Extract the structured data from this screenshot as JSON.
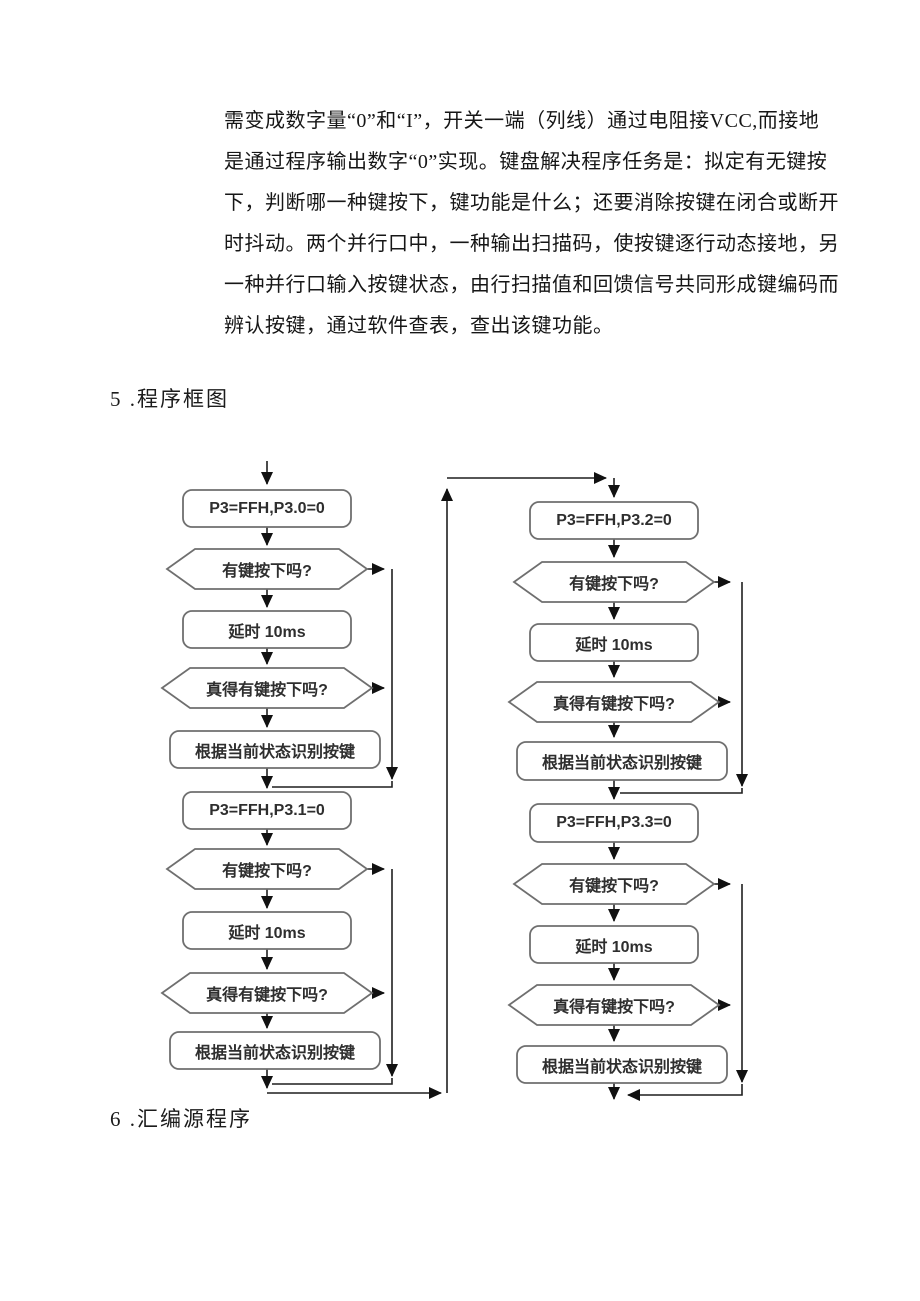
{
  "document": {
    "paragraph_lines": [
      "需变成数字量“0”和“I”，开关一端（列线）通过电阻接VCC,而接地",
      "是通过程序输出数字“0”实现。键盘解决程序任务是：拟定有无键按",
      "下，判断哪一种键按下，键功能是什么；还要消除按键在闭合或断开",
      "时抖动。两个并行口中，一种输出扫描码，使按键逐行动态接地，另",
      "一种并行口输入按键状态，由行扫描值和回馈信号共同形成键编码而",
      "辨认按键，通过软件查表，查出该键功能。"
    ],
    "section5_heading": "5 .程序框图",
    "section6_heading": "6 .汇编源程序"
  },
  "flowchart": {
    "left_column": {
      "nodes": [
        {
          "type": "process",
          "label": "P3=FFH,P3.0=0"
        },
        {
          "type": "decision",
          "label": "有键按下吗?"
        },
        {
          "type": "process",
          "label": "延时 10ms"
        },
        {
          "type": "decision",
          "label": "真得有键按下吗?"
        },
        {
          "type": "process",
          "label": "根据当前状态识别按键"
        },
        {
          "type": "process",
          "label": "P3=FFH,P3.1=0"
        },
        {
          "type": "decision",
          "label": "有键按下吗?"
        },
        {
          "type": "process",
          "label": "延时 10ms"
        },
        {
          "type": "decision",
          "label": "真得有键按下吗?"
        },
        {
          "type": "process",
          "label": "根据当前状态识别按键"
        }
      ]
    },
    "right_column": {
      "nodes": [
        {
          "type": "process",
          "label": "P3=FFH,P3.2=0"
        },
        {
          "type": "decision",
          "label": "有键按下吗?"
        },
        {
          "type": "process",
          "label": "延时 10ms"
        },
        {
          "type": "decision",
          "label": "真得有键按下吗?"
        },
        {
          "type": "process",
          "label": "根据当前状态识别按键"
        },
        {
          "type": "process",
          "label": "P3=FFH,P3.3=0"
        },
        {
          "type": "decision",
          "label": "有键按下吗?"
        },
        {
          "type": "process",
          "label": "延时 10ms"
        },
        {
          "type": "decision",
          "label": "真得有键按下吗?"
        },
        {
          "type": "process",
          "label": "根据当前状态识别按键"
        }
      ]
    }
  },
  "colors": {
    "page_bg": "#ffffff",
    "body_text": "#161616",
    "flow_line": "#1f1f1f",
    "node_border": "#6f6f6f",
    "node_fill": "#ffffff",
    "node_text": "#2e2e2e"
  }
}
